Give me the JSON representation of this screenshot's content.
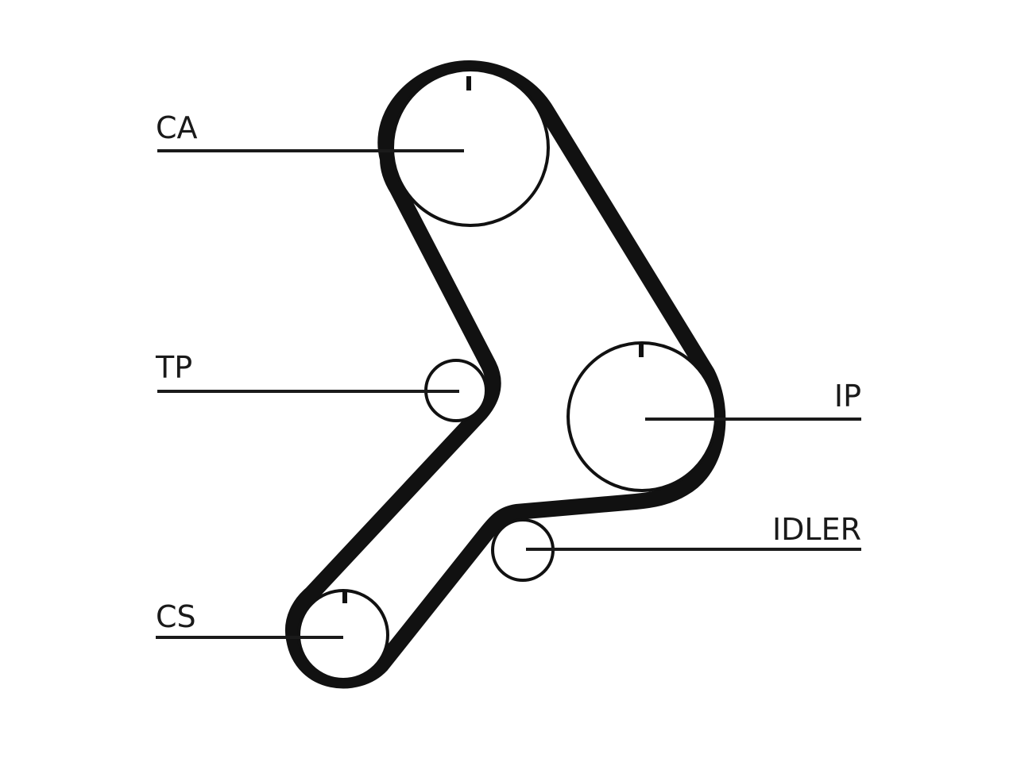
{
  "diagram": {
    "labels": {
      "ca": "CA",
      "tp": "TP",
      "ip": "IP",
      "idler": "IDLER",
      "cs": "CS"
    }
  },
  "colors": {
    "ink": "#111111",
    "background": "#ffffff"
  }
}
